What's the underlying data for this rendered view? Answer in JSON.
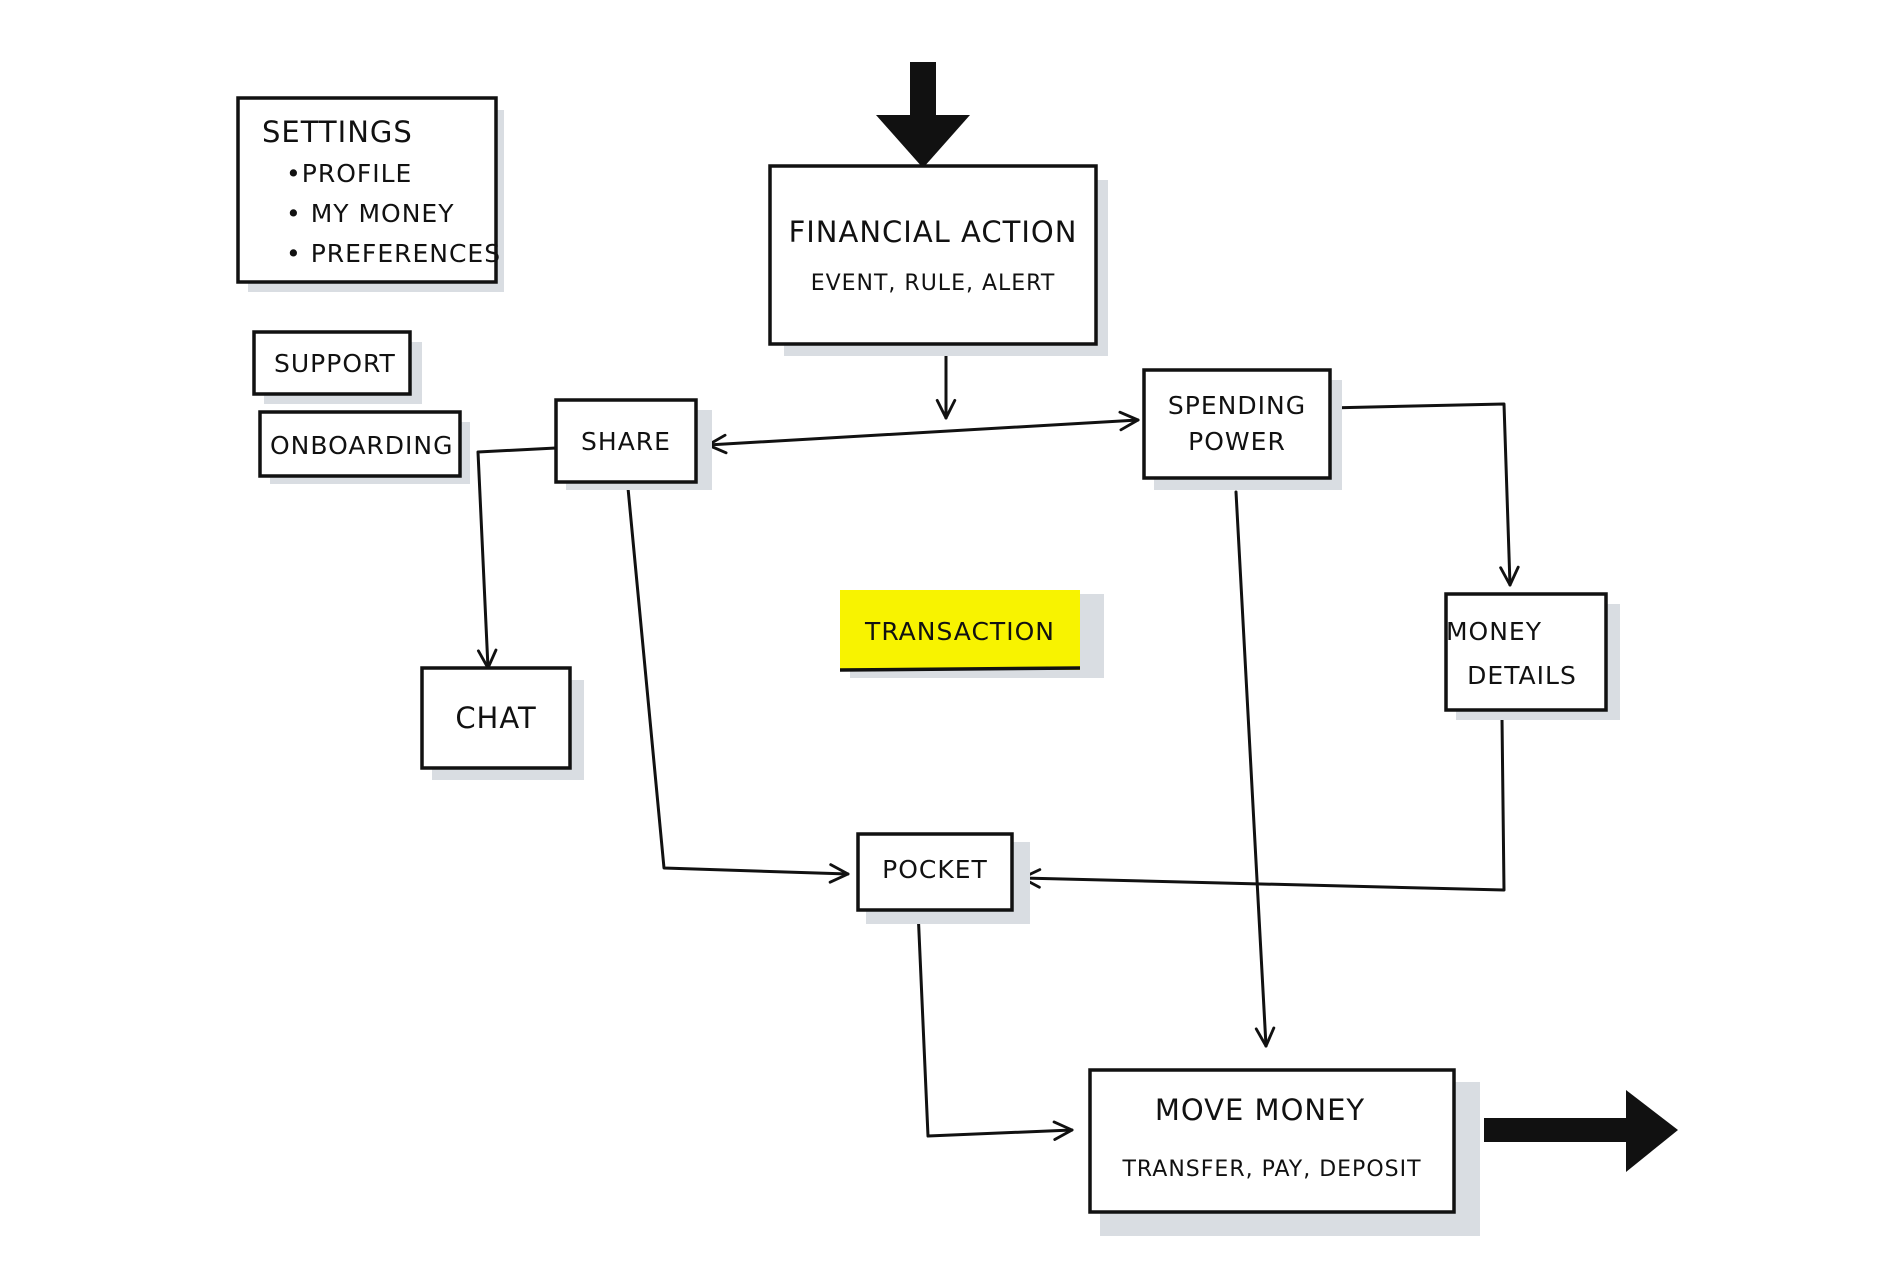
{
  "diagram": {
    "settings": {
      "title": "SETTINGS",
      "items": [
        "•PROFILE",
        "• MY MONEY",
        "• PREFERENCES"
      ]
    },
    "support": "SUPPORT",
    "onboarding": "ONBOARDING",
    "financial_action": {
      "title": "FINANCIAL ACTION",
      "subtitle": "EVENT, RULE, ALERT"
    },
    "share": "SHARE",
    "spending_power": {
      "line1": "SPENDING",
      "line2": "POWER"
    },
    "transaction": "TRANSACTION",
    "chat": "CHAT",
    "money_details": {
      "line1": "MONEY",
      "line2": "DETAILS"
    },
    "pocket": "POCKET",
    "move_money": {
      "title": "MOVE MONEY",
      "subtitle": "TRANSFER, PAY, DEPOSIT"
    }
  },
  "colors": {
    "highlight": "#f8f300",
    "ink": "#111111",
    "shadow": "#d9dde2"
  }
}
